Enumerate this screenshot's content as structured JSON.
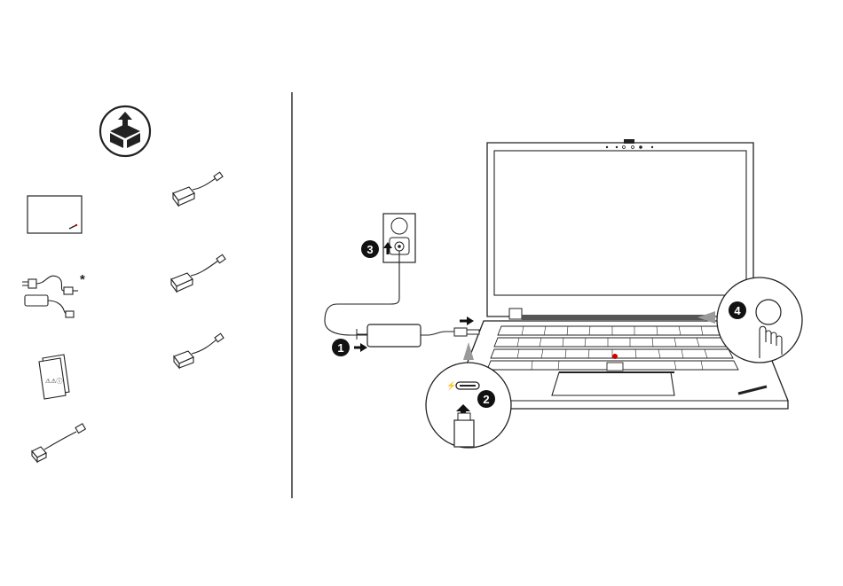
{
  "box_contents": {
    "unpack_icon": "unpack-box-icon",
    "asterisk": "*",
    "items": [
      {
        "icon": "laptop-sleeve-icon"
      },
      {
        "icon": "usb-c-ethernet-adapter-icon"
      },
      {
        "icon": "power-cord-and-adapter-icon"
      },
      {
        "icon": "usb-c-hdmi-adapter-icon"
      },
      {
        "icon": "documentation-booklets-icon",
        "symbols": "⚠⚠ⓘ"
      },
      {
        "icon": "usb-c-vga-adapter-icon"
      },
      {
        "icon": "usb-c-usb-a-adapter-icon"
      }
    ]
  },
  "setup_steps": [
    {
      "number": "1",
      "icon": "ac-adapter-icon"
    },
    {
      "number": "2",
      "icon": "usb-c-port-icon"
    },
    {
      "number": "3",
      "icon": "wall-outlet-icon"
    },
    {
      "number": "4",
      "icon": "power-button-press-icon"
    }
  ],
  "colors": {
    "line": "#222222",
    "badge": "#111111",
    "gray": "#9a9a9a"
  }
}
